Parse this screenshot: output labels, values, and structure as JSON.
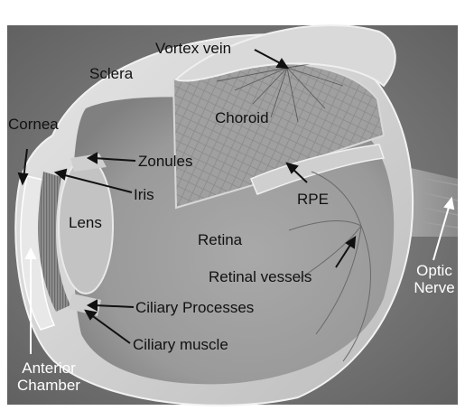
{
  "labels": {
    "vortex_vein": "Vortex vein",
    "sclera": "Sclera",
    "cornea": "Cornea",
    "choroid": "Choroid",
    "zonules": "Zonules",
    "iris": "Iris",
    "lens": "Lens",
    "rpe": "RPE",
    "retina": "Retina",
    "retinal_vessels": "Retinal vessels",
    "optic_nerve_line1": "Optic",
    "optic_nerve_line2": "Nerve",
    "ciliary_processes": "Ciliary Processes",
    "ciliary_muscle": "Ciliary muscle",
    "anterior_chamber_line1": "Anterior",
    "anterior_chamber_line2": "Chamber"
  },
  "colors": {
    "background": "#7c7c7c",
    "label_dark": "#111111",
    "label_light": "#ffffff",
    "arrow_dark": "#111111",
    "arrow_light": "#ffffff"
  }
}
